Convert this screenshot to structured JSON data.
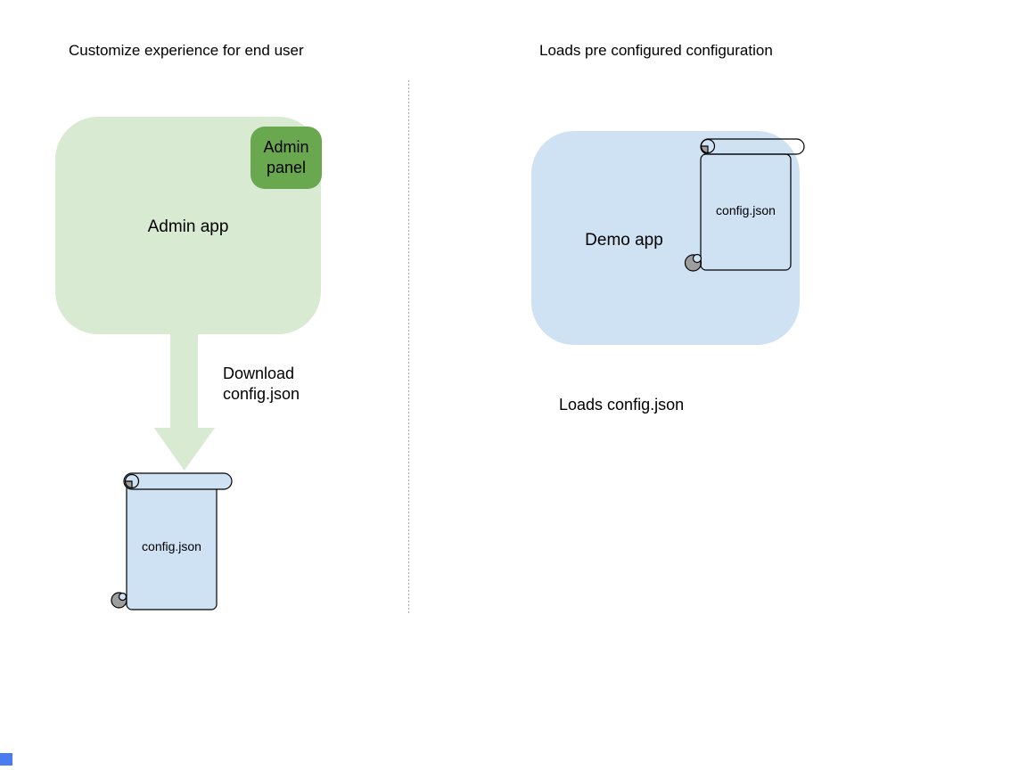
{
  "left": {
    "title": "Customize experience for end user",
    "admin_app_label": "Admin app",
    "admin_panel_label": "Admin panel",
    "arrow_label": "Download\nconfig.json",
    "config_file_label": "config.json"
  },
  "right": {
    "title": "Loads pre configured configuration",
    "demo_app_label": "Demo app",
    "config_file_label": "config.json",
    "caption": "Loads config.json"
  },
  "colors": {
    "app_green": "#d9ead3",
    "panel_green": "#6aa84f",
    "app_blue": "#cfe2f3",
    "scroll_blue": "#cfe2f3",
    "curl_gray": "#9e9e9e",
    "divider_gray": "#a6a6a6",
    "corner_blue": "#4a7bf0"
  }
}
